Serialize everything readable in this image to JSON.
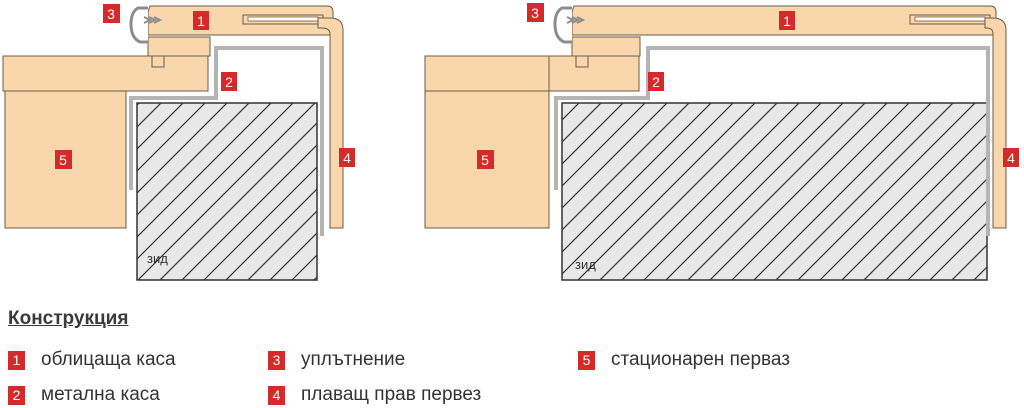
{
  "wall_label": "зид",
  "legend": {
    "title": "Конструкция",
    "items": [
      {
        "num": "1",
        "label": "облицаща каса"
      },
      {
        "num": "2",
        "label": "метална каса"
      },
      {
        "num": "3",
        "label": "уплътнение"
      },
      {
        "num": "4",
        "label": "плаващ прав первез"
      },
      {
        "num": "5",
        "label": "стационарен перваз"
      }
    ]
  },
  "colors": {
    "wood": "#fad6ad",
    "wood_stroke": "#6e5a48",
    "metal": "#b4b4b4",
    "wall_fill": "#e8e8e8",
    "hatch": "#333333",
    "badge": "#d42a2a"
  }
}
